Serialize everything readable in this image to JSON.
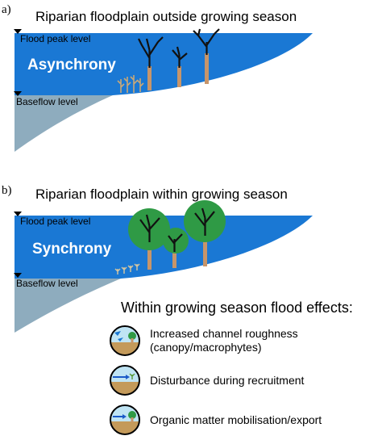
{
  "panel_a": {
    "letter": "a)",
    "title": "Riparian floodplain outside growing season",
    "flood_peak_label": "Flood peak level",
    "baseflow_label": "Baseflow level",
    "mode_label": "Asynchrony"
  },
  "panel_b": {
    "letter": "b)",
    "title": "Riparian floodplain within growing season",
    "flood_peak_label": "Flood peak level",
    "baseflow_label": "Baseflow level",
    "mode_label": "Synchrony"
  },
  "effects": {
    "title": "Within growing season flood effects:",
    "items": [
      {
        "line1": "Increased channel roughness",
        "line2": "(canopy/macrophytes)",
        "icon": "roughness-icon"
      },
      {
        "line1": "Disturbance during recruitment",
        "line2": "",
        "icon": "recruitment-disturbance-icon"
      },
      {
        "line1": "Organic matter mobilisation/export",
        "line2": "",
        "icon": "organic-matter-icon"
      }
    ]
  },
  "colors": {
    "water": "#1a78d4",
    "baseflow": "#8eacbe",
    "trunk": "#c7956a",
    "branch": "#111111",
    "canopy": "#2f9a45",
    "sediment": "#c49a5a",
    "sky": "#bfe4f4",
    "reed": "#c8a878"
  }
}
